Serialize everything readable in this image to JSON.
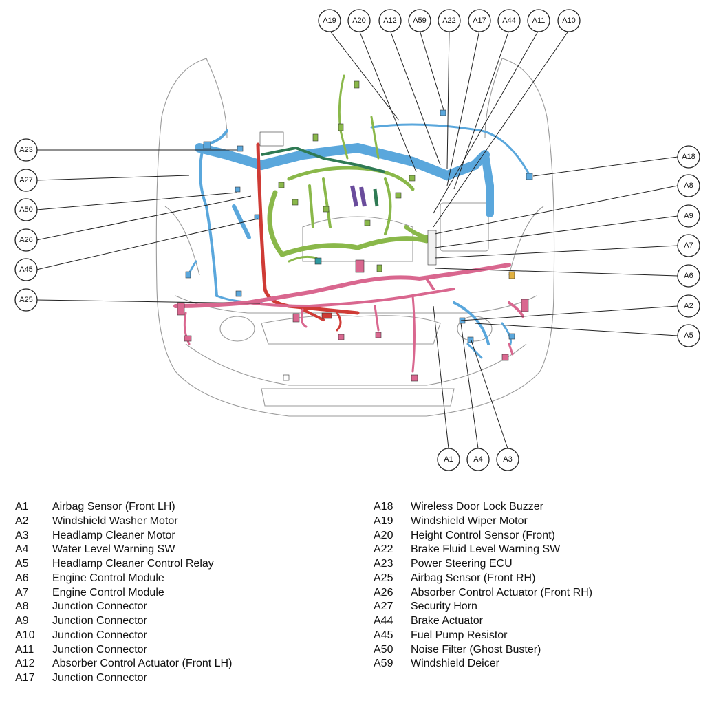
{
  "colors": {
    "harness_blue": "#5aa7dc",
    "harness_green": "#8ab84a",
    "harness_pink": "#d9678f",
    "harness_red": "#cf3b35",
    "harness_darkgreen": "#2f7a54",
    "harness_purple": "#6a4c9c",
    "outline_gray": "#9a9a9a"
  },
  "callouts": [
    {
      "id": "A19"
    },
    {
      "id": "A20"
    },
    {
      "id": "A12"
    },
    {
      "id": "A59"
    },
    {
      "id": "A22"
    },
    {
      "id": "A17"
    },
    {
      "id": "A44"
    },
    {
      "id": "A11"
    },
    {
      "id": "A10"
    },
    {
      "id": "A23"
    },
    {
      "id": "A27"
    },
    {
      "id": "A50"
    },
    {
      "id": "A26"
    },
    {
      "id": "A45"
    },
    {
      "id": "A25"
    },
    {
      "id": "A18"
    },
    {
      "id": "A8"
    },
    {
      "id": "A9"
    },
    {
      "id": "A7"
    },
    {
      "id": "A6"
    },
    {
      "id": "A2"
    },
    {
      "id": "A5"
    },
    {
      "id": "A1"
    },
    {
      "id": "A4"
    },
    {
      "id": "A3"
    }
  ],
  "legend_left": [
    {
      "code": "A1",
      "name": "Airbag Sensor (Front LH)"
    },
    {
      "code": "A2",
      "name": "Windshield Washer Motor"
    },
    {
      "code": "A3",
      "name": "Headlamp Cleaner Motor"
    },
    {
      "code": "A4",
      "name": "Water Level Warning SW"
    },
    {
      "code": "A5",
      "name": "Headlamp Cleaner Control Relay"
    },
    {
      "code": "A6",
      "name": "Engine Control Module"
    },
    {
      "code": "A7",
      "name": "Engine Control Module"
    },
    {
      "code": "A8",
      "name": "Junction Connector"
    },
    {
      "code": "A9",
      "name": "Junction Connector"
    },
    {
      "code": "A10",
      "name": "Junction Connector"
    },
    {
      "code": "A11",
      "name": "Junction Connector"
    },
    {
      "code": "A12",
      "name": "Absorber Control Actuator (Front LH)"
    },
    {
      "code": "A17",
      "name": "Junction Connector"
    }
  ],
  "legend_right": [
    {
      "code": "A18",
      "name": "Wireless Door Lock Buzzer"
    },
    {
      "code": "A19",
      "name": "Windshield Wiper Motor"
    },
    {
      "code": "A20",
      "name": "Height Control Sensor (Front)"
    },
    {
      "code": "A22",
      "name": "Brake Fluid Level Warning SW"
    },
    {
      "code": "A23",
      "name": "Power Steering ECU"
    },
    {
      "code": "A25",
      "name": "Airbag Sensor (Front RH)"
    },
    {
      "code": "A26",
      "name": "Absorber Control Actuator (Front RH)"
    },
    {
      "code": "A27",
      "name": "Security Horn"
    },
    {
      "code": "A44",
      "name": "Brake Actuator"
    },
    {
      "code": "A45",
      "name": "Fuel Pump Resistor"
    },
    {
      "code": "A50",
      "name": "Noise Filter (Ghost Buster)"
    },
    {
      "code": "A59",
      "name": "Windshield Deicer"
    }
  ]
}
